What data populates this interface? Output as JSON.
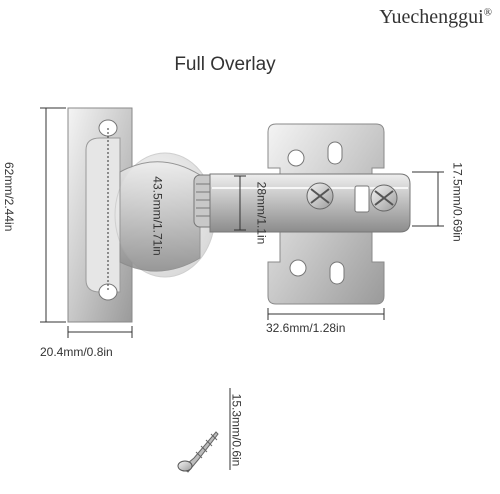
{
  "brand": {
    "name": "Yuechenggui",
    "mark": "®"
  },
  "title": "Full Overlay",
  "dimensions": {
    "height_total": "62mm/2.44in",
    "hole_spacing": "43.5mm/1.71in",
    "arm_height": "28mm/1.1in",
    "plate_height": "17.5mm/0.69in",
    "base_width": "20.4mm/0.8in",
    "plate_width": "32.6mm/1.28in",
    "screw_length": "15.3mm/0.6in"
  }
}
